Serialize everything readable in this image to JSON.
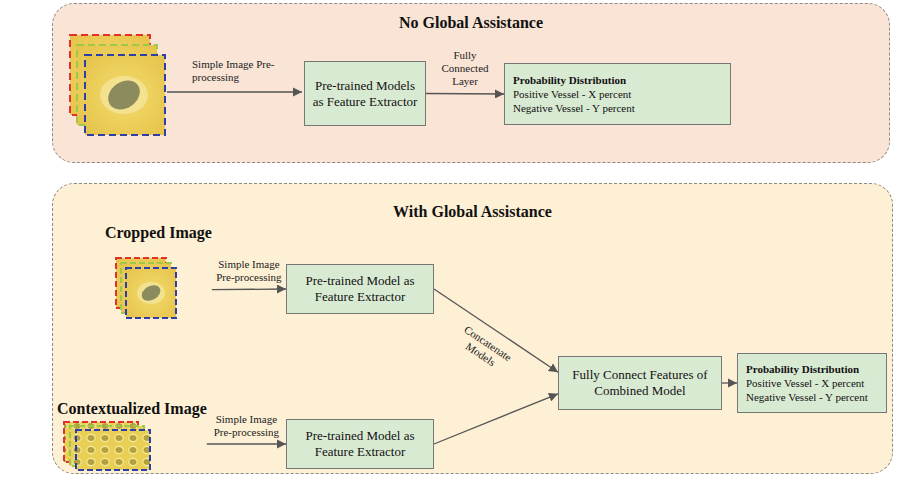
{
  "diagram": {
    "nodes": [
      {
        "text": [
          "No Global Assistance"
        ]
      },
      {
        "text": [
          "Pre-trained Models as Feature Extractor"
        ],
        "in": 0
      },
      {
        "text": [
          "Probability Distribution",
          "Positive Vessel - X percent",
          "Negative Vessel - Y percent"
        ],
        "in": 0
      },
      {
        "text": [
          "With Global Assistance"
        ]
      },
      {
        "text": [
          "Cropped Image"
        ],
        "in": 3
      },
      {
        "text": [
          "Pre-trained Model as Feature Extractor"
        ],
        "in": 3
      },
      {
        "text": [
          "Contextualized Image"
        ],
        "in": 3
      },
      {
        "text": [
          "Pre-trained Model as Feature Extractor"
        ],
        "in": 3
      },
      {
        "text": [
          "Fully Connect Features of Combined Model"
        ],
        "in": 3
      },
      {
        "text": [
          "Probability Distribution",
          "Positive Vessel - X percent",
          "Negative Vessel - Y percent"
        ],
        "in": 3
      }
    ],
    "edges": [
      {
        "from": 1,
        "to": 2,
        "label": "Fully Connected Layer",
        "arrow": "to"
      },
      {
        "from": 4,
        "to": 5,
        "label": "Simple Image Pre-processing",
        "arrow": "to"
      },
      {
        "from": 6,
        "to": 7,
        "label": "Simple Image Pre-processing",
        "arrow": "to"
      },
      {
        "from": 5,
        "to": 8,
        "label": "Concatenate Models",
        "arrow": "to"
      },
      {
        "from": 7,
        "to": 8,
        "arrow": "to"
      },
      {
        "from": 8,
        "to": 9,
        "arrow": "to"
      }
    ],
    "labels": [
      "Simple Image Pre-processing"
    ]
  }
}
